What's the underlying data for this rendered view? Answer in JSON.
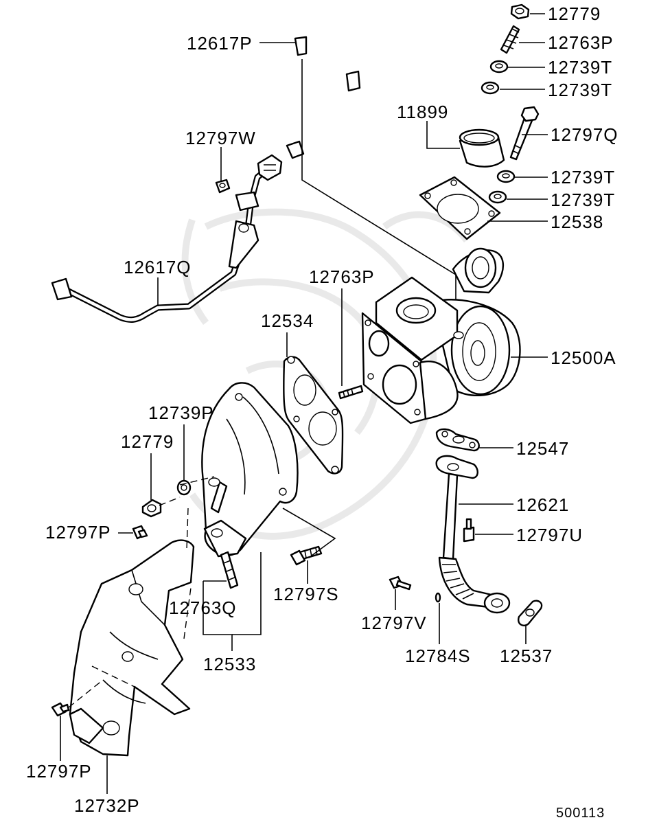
{
  "figure_number": "500113",
  "watermark_icon": "samurai-helmet-icon",
  "callouts": {
    "c12779_top": "12779",
    "c12763p_top": "12763P",
    "c12739t_a": "12739T",
    "c12739t_b": "12739T",
    "c11899": "11899",
    "c12797q": "12797Q",
    "c12739t_c": "12739T",
    "c12739t_d": "12739T",
    "c12538": "12538",
    "c12617p": "12617P",
    "c12797w": "12797W",
    "c12617q": "12617Q",
    "c12763p_mid": "12763P",
    "c12534": "12534",
    "c12500a": "12500A",
    "c12739p": "12739P",
    "c12779_mid": "12779",
    "c12547": "12547",
    "c12621": "12621",
    "c12797p_mid": "12797P",
    "c12797u": "12797U",
    "c12797s": "12797S",
    "c12763q": "12763Q",
    "c12797v": "12797V",
    "c12533": "12533",
    "c12784s": "12784S",
    "c12537": "12537",
    "c12797p_bot": "12797P",
    "c12732p": "12732P"
  }
}
